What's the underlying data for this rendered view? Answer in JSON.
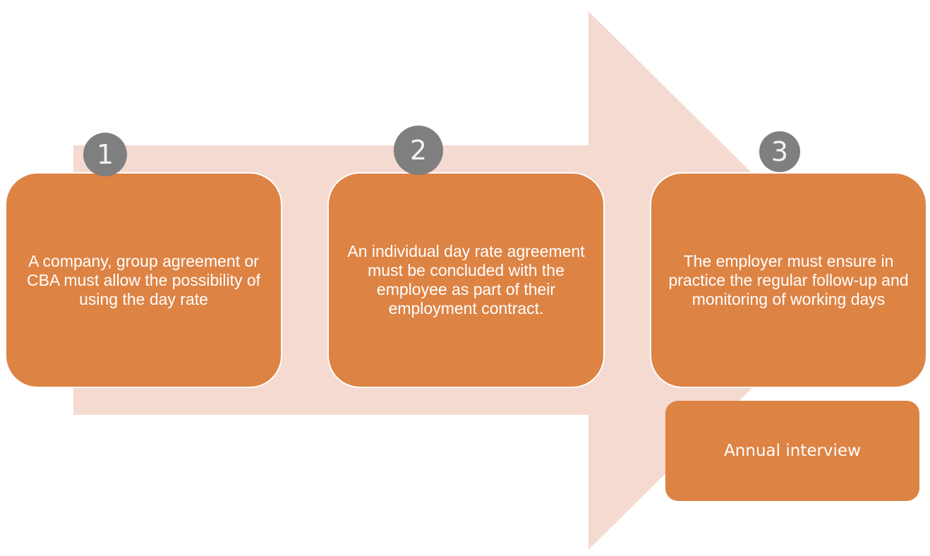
{
  "diagram": {
    "colors": {
      "arrow": "#f4dad0",
      "box_fill": "#dd8344",
      "badge_fill": "#7f7f7f",
      "text": "#ffffff"
    },
    "steps": [
      {
        "number": "1",
        "text": "A company, group agreement or CBA must allow the possibility of using the day rate"
      },
      {
        "number": "2",
        "text": "An individual day rate agreement must be concluded with the employee as part of their employment contract."
      },
      {
        "number": "3",
        "text": "The employer must ensure in practice the regular follow-up and monitoring of working days"
      }
    ],
    "sub_step": {
      "text": "Annual interview"
    }
  }
}
